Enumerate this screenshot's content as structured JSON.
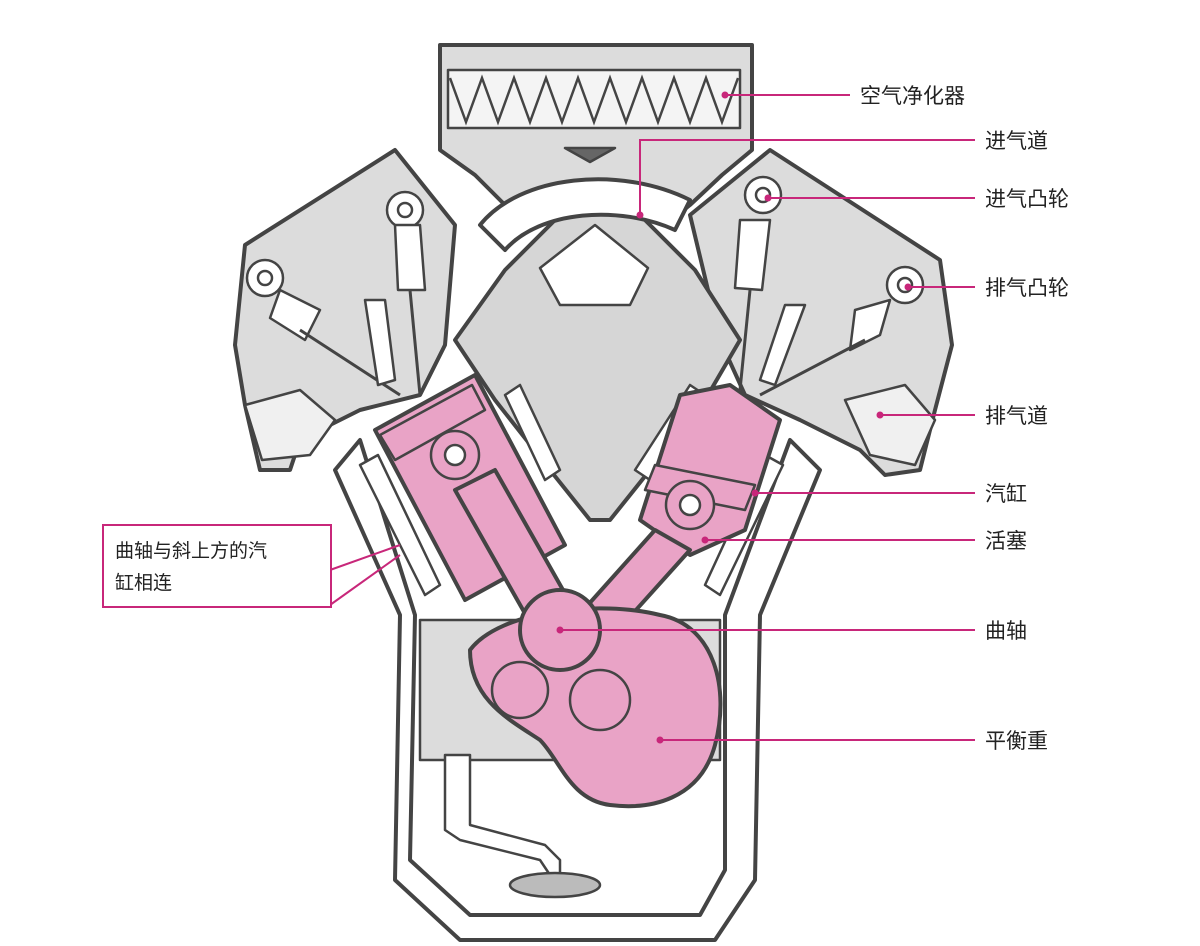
{
  "colors": {
    "accent": "#c8277a",
    "pink_fill": "#e9a3c6",
    "gray_fill": "#dcdcdc",
    "outline": "#444444"
  },
  "labels": {
    "air_filter": "空气净化器",
    "intake_port": "进气道",
    "intake_cam": "进气凸轮",
    "exhaust_cam": "排气凸轮",
    "exhaust_port": "排气道",
    "cylinder": "汽缸",
    "piston": "活塞",
    "crankshaft": "曲轴",
    "counterweight": "平衡重"
  },
  "callout": {
    "line1": "曲轴与斜上方的汽",
    "line2": "缸相连"
  }
}
